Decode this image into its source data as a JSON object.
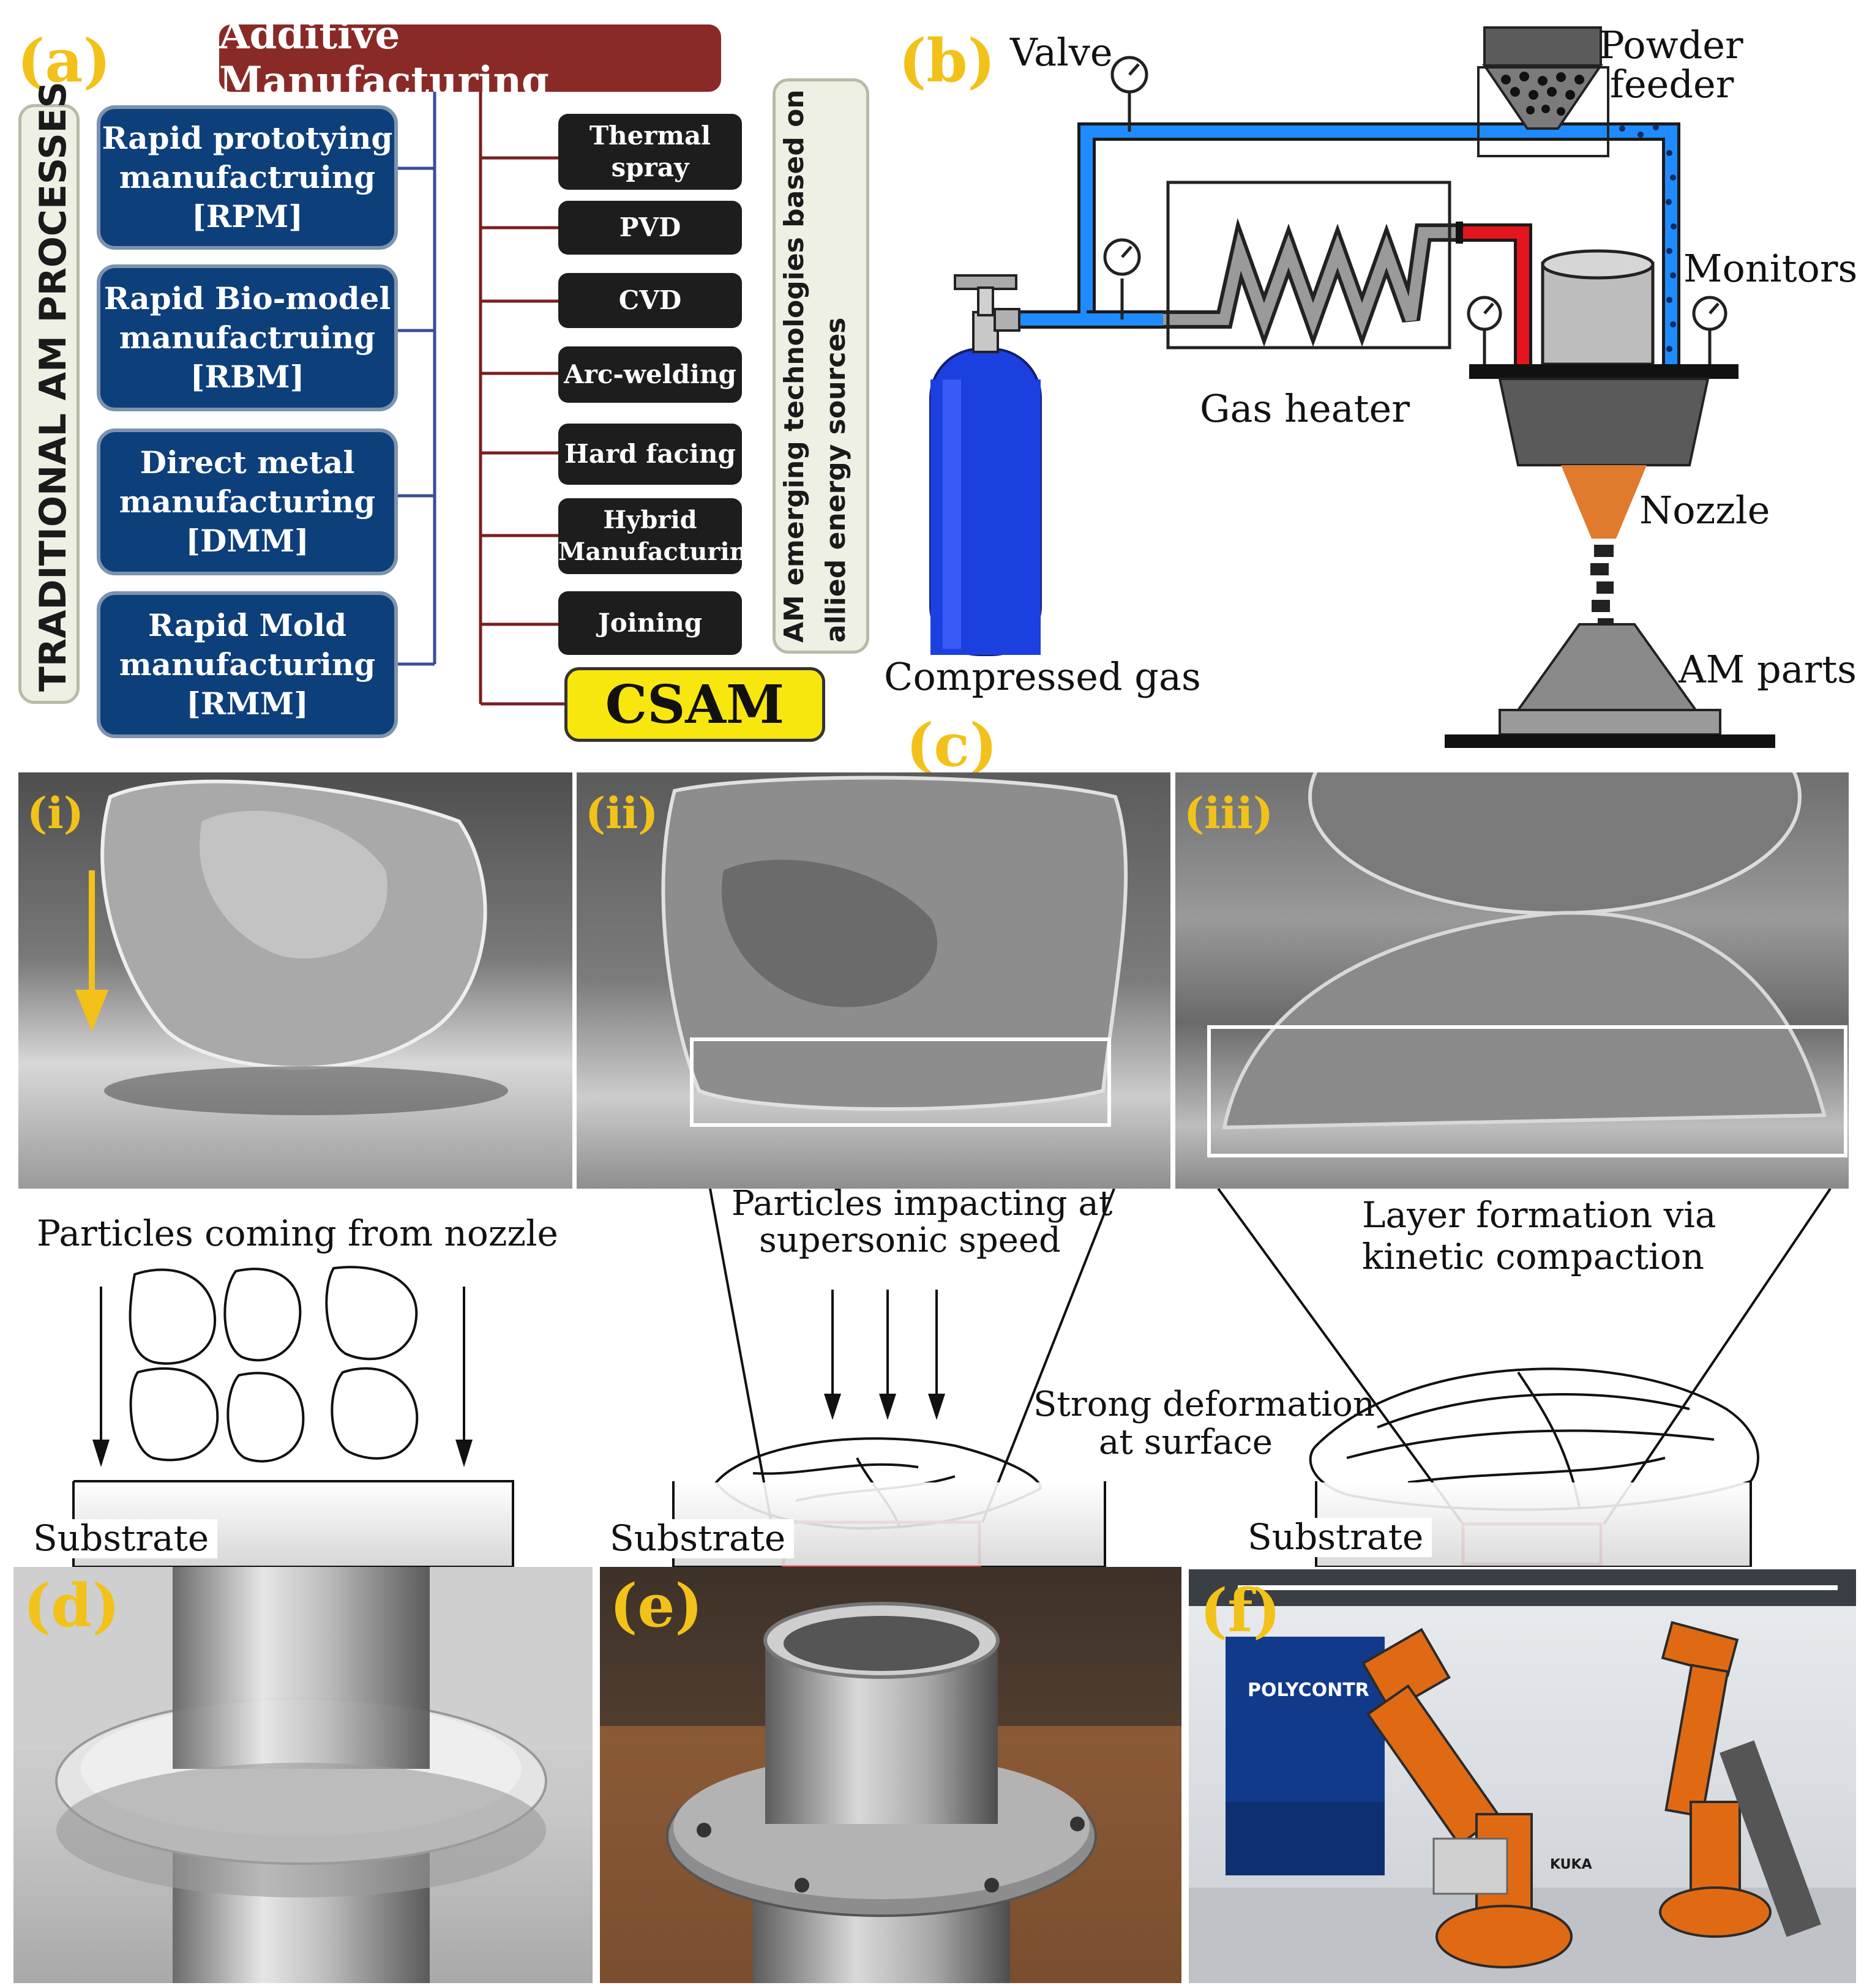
{
  "panel_a": {
    "label": "(a)",
    "title": "Additive Manufacturing",
    "left_vertical_label": "TRADITIONAL AM PROCESSES",
    "traditional": [
      {
        "line1": "Rapid prototying",
        "line2": "manufactruing",
        "line3": "[RPM]"
      },
      {
        "line1": "Rapid Bio-model",
        "line2": "manufactruing",
        "line3": "[RBM]"
      },
      {
        "line1": "Direct metal",
        "line2": "manufacturing",
        "line3": "[DMM]"
      },
      {
        "line1": "Rapid Mold",
        "line2": "manufacturing",
        "line3": "[RMM]"
      }
    ],
    "emerging": [
      {
        "line1": "Thermal",
        "line2": "spray"
      },
      {
        "line1": "PVD",
        "line2": ""
      },
      {
        "line1": "CVD",
        "line2": ""
      },
      {
        "line1": "Arc-welding",
        "line2": ""
      },
      {
        "line1": "Hard facing",
        "line2": ""
      },
      {
        "line1": "Hybrid",
        "line2": "Manufacturing"
      },
      {
        "line1": "Joining",
        "line2": ""
      }
    ],
    "csam": "CSAM",
    "right_vertical_line1": "AM emerging technologies based on",
    "right_vertical_line2": "allied energy sources",
    "colors": {
      "title_bg": "#8a2a27",
      "traditional_bg": "#0d3f7b",
      "emerging_bg": "#1d1d1d",
      "csam_bg": "#f7e70f",
      "connector": "#7a1f1f",
      "blue_connector": "#3a4e9c"
    }
  },
  "panel_b": {
    "label": "(b)",
    "valve": "Valve",
    "powder_feeder_1": "Powder",
    "powder_feeder_2": "feeder",
    "monitors": "Monitors",
    "gas_heater": "Gas heater",
    "nozzle": "Nozzle",
    "am_parts": "AM parts",
    "compressed_gas": "Compressed gas",
    "colors": {
      "cold_pipe": "#1f8bff",
      "hot_pipe": "#e4151f",
      "cylinder": "#1c3fe0",
      "nozzle_jet": "#e07a2c"
    }
  },
  "panel_c": {
    "label": "(c)",
    "subpanels": [
      {
        "label": "(i)",
        "caption_1": "Particles coming from nozzle",
        "caption_2": "",
        "substrate": "Substrate"
      },
      {
        "label": "(ii)",
        "caption_1": "Particles impacting at",
        "caption_2": "supersonic speed",
        "substrate": "Substrate"
      },
      {
        "label": "(iii)",
        "caption_1": "Layer formation via",
        "caption_2": "kinetic compaction",
        "substrate": "Substrate"
      }
    ],
    "deformation_1": "Strong deformation",
    "deformation_2": "at surface"
  },
  "panel_d": {
    "label": "(d)"
  },
  "panel_e": {
    "label": "(e)"
  },
  "panel_f": {
    "label": "(f)",
    "sign_text": "POLYCONTR",
    "robot_brand": "KUKA"
  }
}
